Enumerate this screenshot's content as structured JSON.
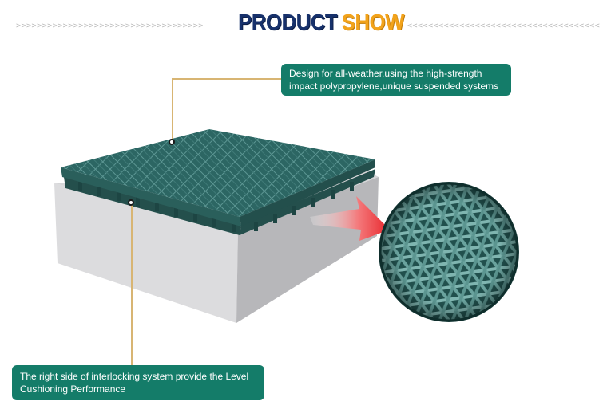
{
  "header": {
    "title_word1": "PRODUCT",
    "title_word2": "SHOW",
    "left_arrows": ">>>>>>>>>>>>>>>>>>>>>>>>>>>>>>>>>>>>",
    "right_arrows": "<<<<<<<<<<<<<<<<<<<<<<<<<<<<<<<<<<<<<"
  },
  "callouts": {
    "top": {
      "line1": "Design for all-weather,using the high-strength",
      "line2": "impact polypropylene,unique suspended systems"
    },
    "bottom": {
      "line1": "The right side of interlocking system provide the Level",
      "line2": "Cushioning Performance"
    }
  },
  "colors": {
    "title_navy": "#17316b",
    "title_orange": "#f2a31b",
    "callout_teal": "#147c69",
    "tile_teal": "#2f6a66",
    "leader_gold": "#d8b573",
    "zoom_arrow_red": "#f0474d"
  }
}
